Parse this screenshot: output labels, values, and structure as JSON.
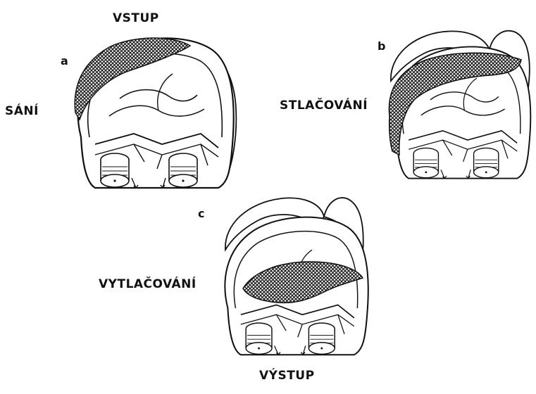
{
  "labels": {
    "inlet": "VSTUP",
    "outlet": "VÝSTUP",
    "suction": "SÁNÍ",
    "compression": "STLAČOVÁNÍ",
    "discharge": "VYTLAČOVÁNÍ"
  },
  "panels": [
    {
      "letter": "a"
    },
    {
      "letter": "b"
    },
    {
      "letter": "c"
    }
  ],
  "colors": {
    "ink": "#111111",
    "hatch": "#222222",
    "paper": "#ffffff"
  }
}
